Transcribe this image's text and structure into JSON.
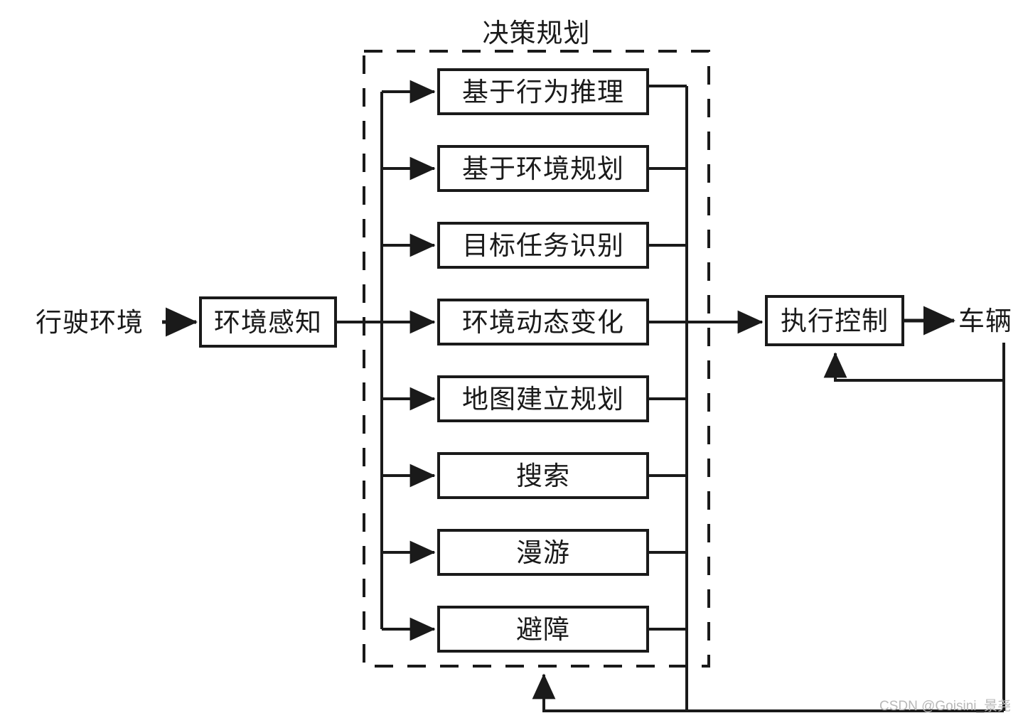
{
  "diagram": {
    "type": "block-flow-diagram",
    "group": {
      "title": "决策规划",
      "style": "dashed-border"
    },
    "input_label": "行驶环境",
    "output_label": "车辆",
    "perception_node": "环境感知",
    "control_node": "执行控制",
    "planning_nodes": [
      {
        "label": "基于行为推理"
      },
      {
        "label": "基于环境规划"
      },
      {
        "label": "目标任务识别"
      },
      {
        "label": "环境动态变化"
      },
      {
        "label": "地图建立规划"
      },
      {
        "label": "搜索"
      },
      {
        "label": "漫游"
      },
      {
        "label": "避障"
      }
    ],
    "colors": {
      "stroke": "#1a1a1a",
      "background": "#ffffff",
      "text": "#1a1a1a",
      "watermark": "#b9b9b9"
    }
  },
  "watermark": {
    "text": "CSDN @Goisini_景尧"
  }
}
